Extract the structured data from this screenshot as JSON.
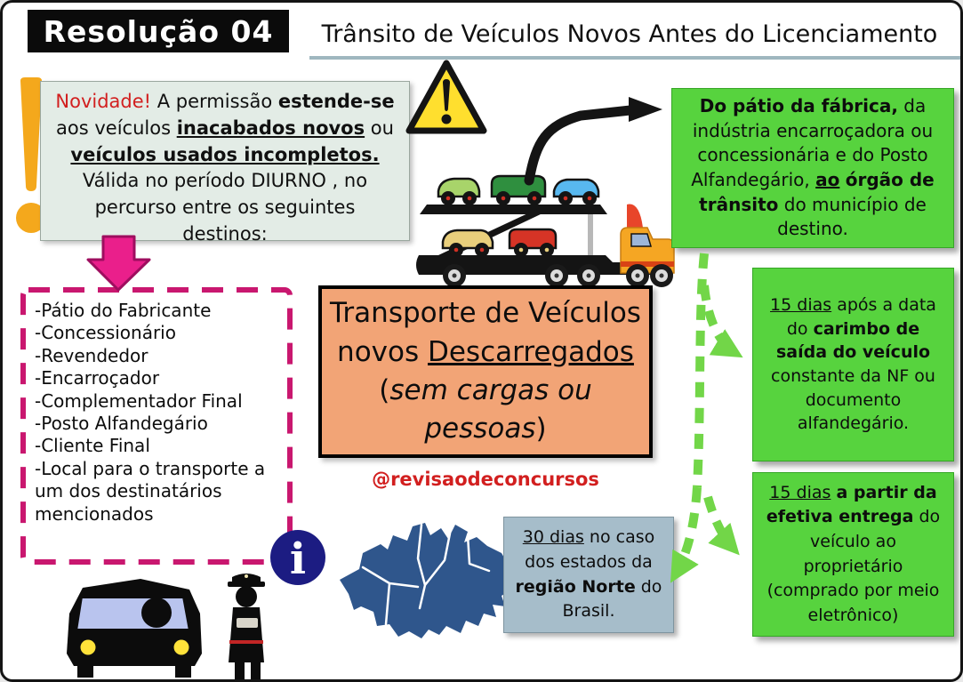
{
  "header": {
    "resolution_label": "Resolução 04",
    "title": "Trânsito de Veículos Novos Antes do Licenciamento"
  },
  "novelty": {
    "segments": [
      {
        "t": "Novidade!",
        "c": "#d21f1f"
      },
      {
        "t": " A permissão "
      },
      {
        "t": "estende-se",
        "b": true
      },
      {
        "t": " aos veículos "
      },
      {
        "t": "inacabados novos",
        "b": true,
        "u": true
      },
      {
        "t": " ou "
      },
      {
        "t": "veículos usados incompletos.",
        "b": true,
        "u": true
      },
      {
        "t": " Válida no período DIURNO , no percurso entre os seguintes destinos:"
      }
    ]
  },
  "destinations": {
    "items": [
      "-Pátio do Fabricante",
      "-Concessionário",
      "-Revendedor",
      "-Encarroçador",
      "-Complementador Final",
      "-Posto Alfandegário",
      "-Cliente Final",
      "-Local para o transporte a um dos destinatários mencionados"
    ]
  },
  "central": {
    "segments": [
      {
        "t": "Transporte de Veículos novos "
      },
      {
        "t": "Descarregados",
        "u": true
      },
      {
        "t": " ("
      },
      {
        "t": "sem cargas ou pessoas",
        "i": true
      },
      {
        "t": ")"
      }
    ],
    "handle": "@revisaodeconcursos"
  },
  "route": {
    "segments": [
      {
        "t": "Do pátio da fábrica,",
        "b": true
      },
      {
        "t": " da indústria encarroçadora ou concessionária e do Posto Alfandegário, "
      },
      {
        "t": "ao",
        "b": true,
        "u": true
      },
      {
        "t": " "
      },
      {
        "t": "órgão de trânsito",
        "b": true
      },
      {
        "t": " do município de destino."
      }
    ]
  },
  "deadlines": {
    "stamp": {
      "segments": [
        {
          "t": "15 dias",
          "u": true
        },
        {
          "t": " após a data do "
        },
        {
          "t": "carimbo de saída do veículo",
          "b": true
        },
        {
          "t": " constante da NF ou documento alfandegário."
        }
      ]
    },
    "delivery": {
      "segments": [
        {
          "t": "15 dias",
          "u": true
        },
        {
          "t": " "
        },
        {
          "t": "a partir da efetiva entrega",
          "b": true
        },
        {
          "t": " do veículo ao proprietário (comprado por meio eletrônico)"
        }
      ]
    },
    "north": {
      "segments": [
        {
          "t": "30 dias",
          "u": true
        },
        {
          "t": " no caso dos estados da "
        },
        {
          "t": "região Norte",
          "b": true
        },
        {
          "t": " do Brasil."
        }
      ]
    }
  },
  "icons": {
    "left_exclamation": "exclamation-mark",
    "warning_triangle": "warning-triangle",
    "info_badge": "info",
    "truck": "car-carrier-truck",
    "map": "north-brazil-map",
    "police_scene": "police-officer-inspecting-car"
  },
  "colors": {
    "green_box": "#57d33e",
    "green_arrow": "#72d648",
    "magenta_border": "#c9176f",
    "pink_arrow": "#ea1f8b",
    "orange_box": "#f2a476",
    "amber": "#f4a81c",
    "steel_box": "#a6bdca",
    "map_blue": "#2f568c",
    "info_navy": "#1c1c82",
    "red_text": "#d21f1f"
  }
}
